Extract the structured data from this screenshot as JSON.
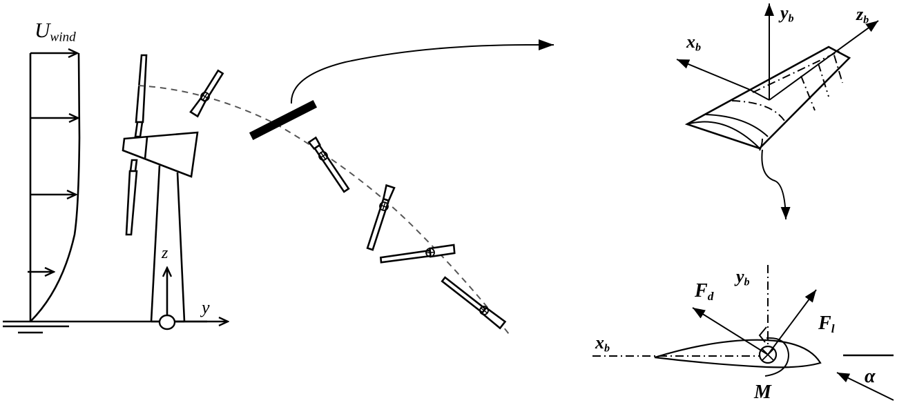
{
  "figure": {
    "description": "Wind turbine blade element schematic: wind profile, turbine, blade rotation sequence, blade body frame and airfoil section forces",
    "colors": {
      "ink": "#000000",
      "trajectory": "#555555",
      "background": "#ffffff"
    }
  },
  "wind_profile": {
    "label_main": "U",
    "label_sub": "wind",
    "arrow_count": 4
  },
  "turbine": {
    "axis_z": "z",
    "axis_y": "y"
  },
  "blade_frame": {
    "x_main": "x",
    "x_sub": "b",
    "y_main": "y",
    "y_sub": "b",
    "z_main": "z",
    "z_sub": "b"
  },
  "airfoil_section": {
    "xb_main": "x",
    "xb_sub": "b",
    "yb_main": "y",
    "yb_sub": "b",
    "drag_main": "F",
    "drag_sub": "d",
    "lift_main": "F",
    "lift_sub": "l",
    "moment": "M",
    "angle_of_attack": "α"
  }
}
